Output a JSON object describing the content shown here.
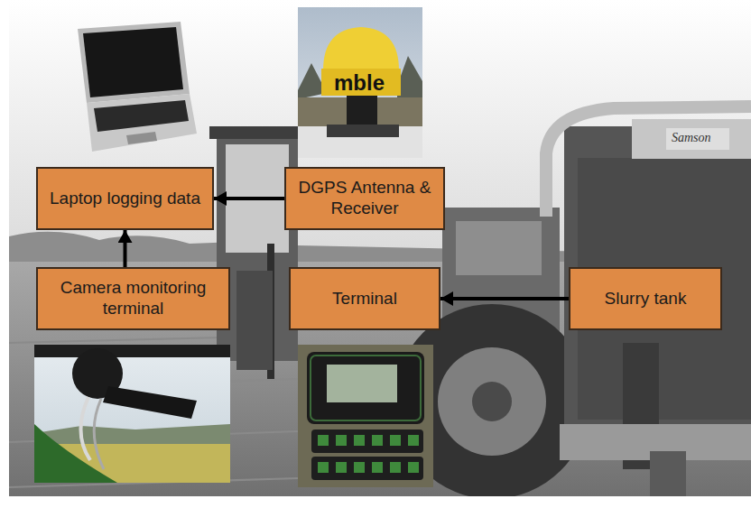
{
  "diagram": {
    "nodes": [
      {
        "text": [
          "Laptop logging data"
        ]
      },
      {
        "text": [
          "DGPS Antenna & Receiver"
        ]
      },
      {
        "text": [
          "Camera monitoring terminal"
        ]
      },
      {
        "text": [
          "Terminal"
        ]
      },
      {
        "text": [
          "Slurry tank"
        ]
      }
    ],
    "edges": [
      {
        "from": 1,
        "to": 0,
        "arrow": "to"
      },
      {
        "from": 2,
        "to": 0,
        "arrow": "to"
      },
      {
        "from": 4,
        "to": 3,
        "arrow": "to"
      }
    ],
    "labels": [
      "mble",
      "Samson"
    ]
  }
}
